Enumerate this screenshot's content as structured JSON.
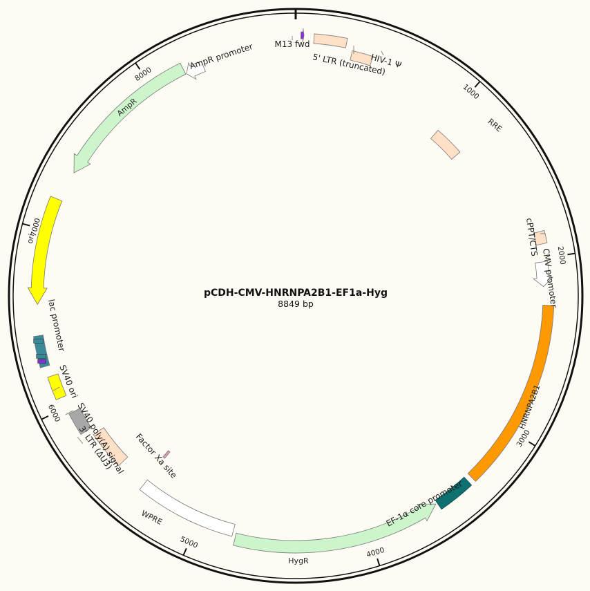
{
  "plasmid": {
    "name": "pCDH-CMV-HNRNPA2B1-EF1a-Hyg",
    "size_label": "8849 bp",
    "length": 8849
  },
  "ticks": [
    {
      "pos": 1000,
      "label": "1000"
    },
    {
      "pos": 2000,
      "label": "2000"
    },
    {
      "pos": 3000,
      "label": "3000"
    },
    {
      "pos": 4000,
      "label": "4000"
    },
    {
      "pos": 5000,
      "label": "5000"
    },
    {
      "pos": 6000,
      "label": "6000"
    },
    {
      "pos": 7000,
      "label": "7000"
    },
    {
      "pos": 8000,
      "label": "8000"
    }
  ],
  "features": [
    {
      "id": "m13",
      "name": "M13 fwd",
      "start": 28,
      "end": 45,
      "color": "#8a2be2",
      "type": "arrow_cw"
    },
    {
      "id": "ltr5",
      "name": "5' LTR (truncated)",
      "start": 100,
      "end": 280,
      "color": "#fde0c5",
      "type": "box"
    },
    {
      "id": "hiv",
      "name": "HIV-1 Ψ",
      "start": 320,
      "end": 440,
      "color": "#fde0c5",
      "type": "box"
    },
    {
      "id": "rre",
      "name": "RRE",
      "start": 1000,
      "end": 1200,
      "color": "#fde0c5",
      "type": "box",
      "inside": true
    },
    {
      "id": "cppt",
      "name": "cPPT/CTS",
      "start": 1850,
      "end": 1920,
      "color": "#fde0c5",
      "type": "box"
    },
    {
      "id": "cmv",
      "name": "CMV promoter",
      "start": 2020,
      "end": 2160,
      "color": "#ffffff",
      "type": "arrow_cw"
    },
    {
      "id": "hnrnp",
      "name": "HNRNPA2B1",
      "start": 2265,
      "end": 3340,
      "color": "#ff9900",
      "type": "box",
      "inside": true
    },
    {
      "id": "ef1a",
      "name": "EF-1α core promoter",
      "start": 3370,
      "end": 3580,
      "color": "#0f7070",
      "type": "box"
    },
    {
      "id": "hygr",
      "name": "HygR",
      "start": 3590,
      "end": 4770,
      "color": "#ccf5cc",
      "type": "arrow_ccw",
      "inside": true
    },
    {
      "id": "wpre",
      "name": "WPRE",
      "start": 4790,
      "end": 5380,
      "color": "#ffffff",
      "type": "box",
      "inside": true
    },
    {
      "id": "xa",
      "name": "Factor Xa site",
      "start": 5380,
      "end": 5395,
      "color": "#d8a0c0",
      "type": "mini"
    },
    {
      "id": "ltr3",
      "name": "3' LTR (ΔU3)",
      "start": 5560,
      "end": 5790,
      "color": "#fde0c5",
      "type": "box"
    },
    {
      "id": "sv40pa",
      "name": "SV40 poly(A) signal",
      "start": 5830,
      "end": 5960,
      "color": "#a8a8a8",
      "type": "box"
    },
    {
      "id": "sv40ori",
      "name": "SV40 ori",
      "start": 6060,
      "end": 6190,
      "color": "#ffff00",
      "type": "box"
    },
    {
      "id": "lac",
      "name": "lac promoter",
      "start": 6250,
      "end": 6420,
      "color": "#3a8a9a",
      "type": "cluster"
    },
    {
      "id": "ori",
      "name": "ori",
      "start": 6590,
      "end": 7180,
      "color": "#ffff00",
      "type": "arrow_ccw",
      "inside": true
    },
    {
      "id": "ampr",
      "name": "AmpR",
      "start": 7350,
      "end": 8200,
      "color": "#ccf5cc",
      "type": "arrow_ccw",
      "inside": true
    },
    {
      "id": "amppro",
      "name": "AmpR promoter",
      "start": 8205,
      "end": 8310,
      "color": "#ffffff",
      "type": "arrow_ccw"
    }
  ],
  "colors": {
    "background": "#fdfbf3",
    "backbone": "#111111"
  }
}
